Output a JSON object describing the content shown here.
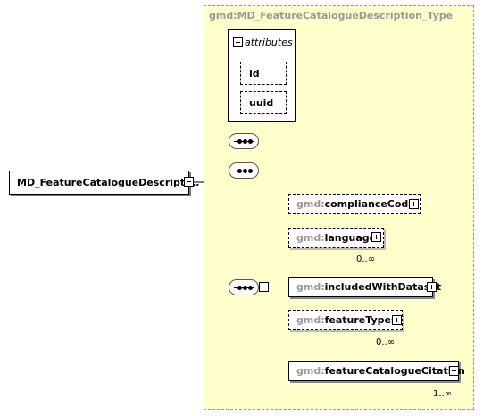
{
  "type": {
    "title": "gmd:MD_FeatureCatalogueDescription_Type"
  },
  "attributes": {
    "title": "attributes",
    "items": [
      "id",
      "uuid"
    ]
  },
  "root": {
    "label": "MD_FeatureCatalogueDescripti..."
  },
  "elements": [
    {
      "prefix": "gmd:",
      "name": "complianceCode",
      "optional": true,
      "multiplicity": ""
    },
    {
      "prefix": "gmd:",
      "name": "language",
      "optional": true,
      "multiplicity": "0..∞"
    },
    {
      "prefix": "gmd:",
      "name": "includedWithDataset",
      "optional": false,
      "multiplicity": ""
    },
    {
      "prefix": "gmd:",
      "name": "featureTypes",
      "optional": true,
      "multiplicity": "0..∞"
    },
    {
      "prefix": "gmd:",
      "name": "featureCatalogueCitation",
      "optional": false,
      "multiplicity": "1..∞"
    }
  ]
}
